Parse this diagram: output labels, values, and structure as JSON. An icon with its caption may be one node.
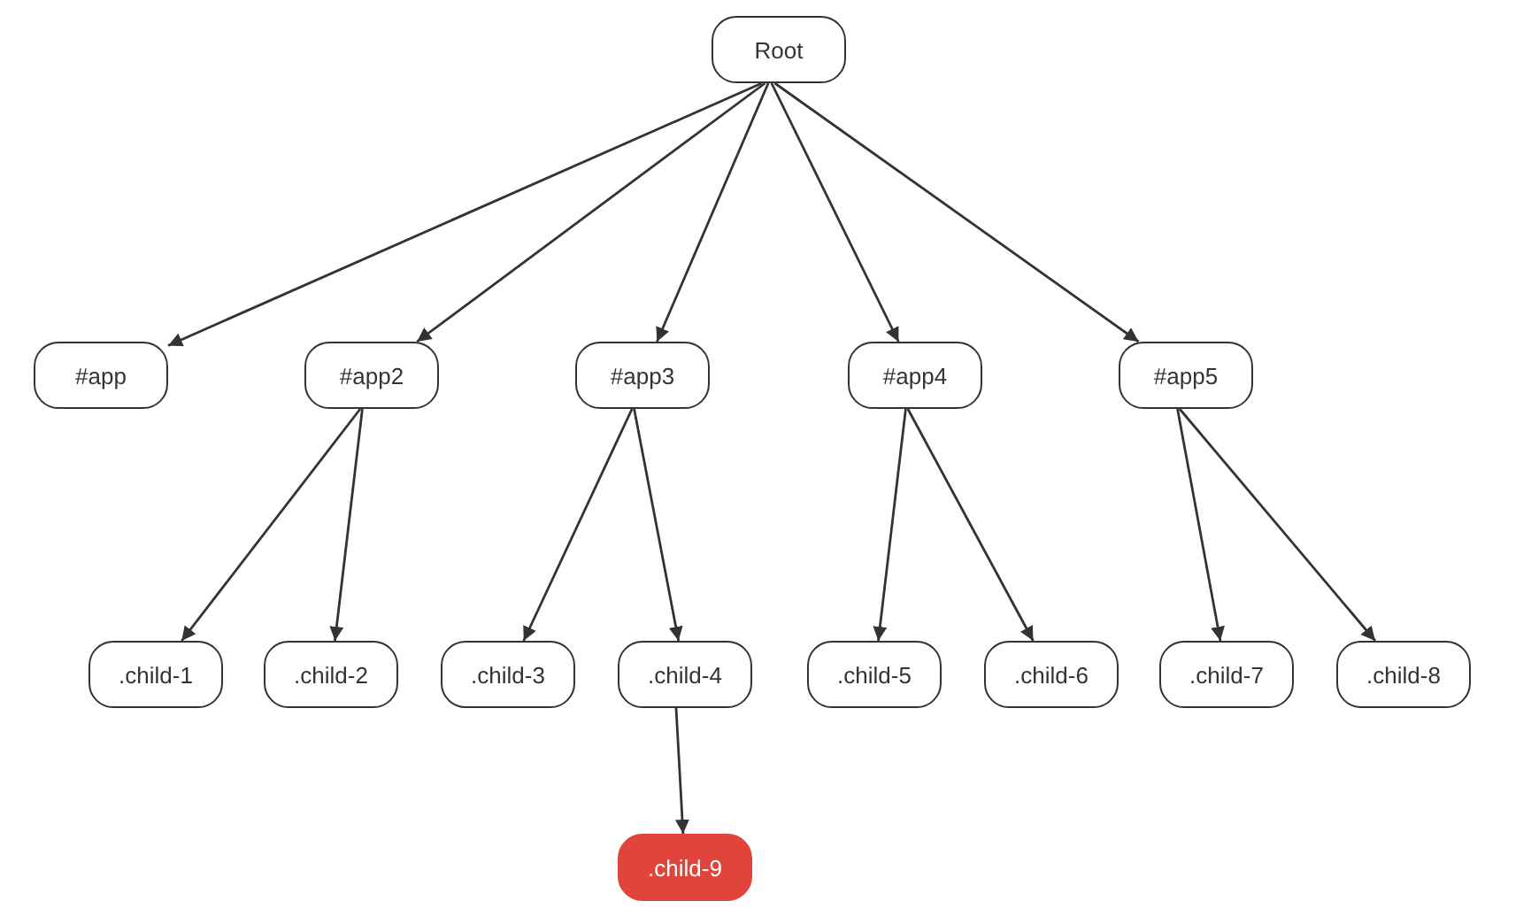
{
  "diagram": {
    "nodes": [
      {
        "text": [
          "Root"
        ]
      },
      {
        "text": [
          "#app"
        ]
      },
      {
        "text": [
          "#app2"
        ]
      },
      {
        "text": [
          "#app3"
        ]
      },
      {
        "text": [
          "#app4"
        ]
      },
      {
        "text": [
          "#app5"
        ]
      },
      {
        "text": [
          ".child-1"
        ]
      },
      {
        "text": [
          ".child-2"
        ]
      },
      {
        "text": [
          ".child-3"
        ]
      },
      {
        "text": [
          ".child-4"
        ]
      },
      {
        "text": [
          ".child-5"
        ]
      },
      {
        "text": [
          ".child-6"
        ]
      },
      {
        "text": [
          ".child-7"
        ]
      },
      {
        "text": [
          ".child-8"
        ]
      },
      {
        "text": [
          ".child-9"
        ]
      }
    ],
    "edges": [
      {
        "from": 0,
        "to": 1,
        "arrow": "to"
      },
      {
        "from": 0,
        "to": 2,
        "arrow": "to"
      },
      {
        "from": 0,
        "to": 3,
        "arrow": "to"
      },
      {
        "from": 0,
        "to": 4,
        "arrow": "to"
      },
      {
        "from": 0,
        "to": 5,
        "arrow": "to"
      },
      {
        "from": 2,
        "to": 6,
        "arrow": "to"
      },
      {
        "from": 2,
        "to": 7,
        "arrow": "to"
      },
      {
        "from": 3,
        "to": 8,
        "arrow": "to"
      },
      {
        "from": 3,
        "to": 9,
        "arrow": "to"
      },
      {
        "from": 4,
        "to": 10,
        "arrow": "to"
      },
      {
        "from": 4,
        "to": 11,
        "arrow": "to"
      },
      {
        "from": 5,
        "to": 12,
        "arrow": "to"
      },
      {
        "from": 5,
        "to": 13,
        "arrow": "to"
      },
      {
        "from": 9,
        "to": 14,
        "arrow": "to"
      }
    ]
  }
}
